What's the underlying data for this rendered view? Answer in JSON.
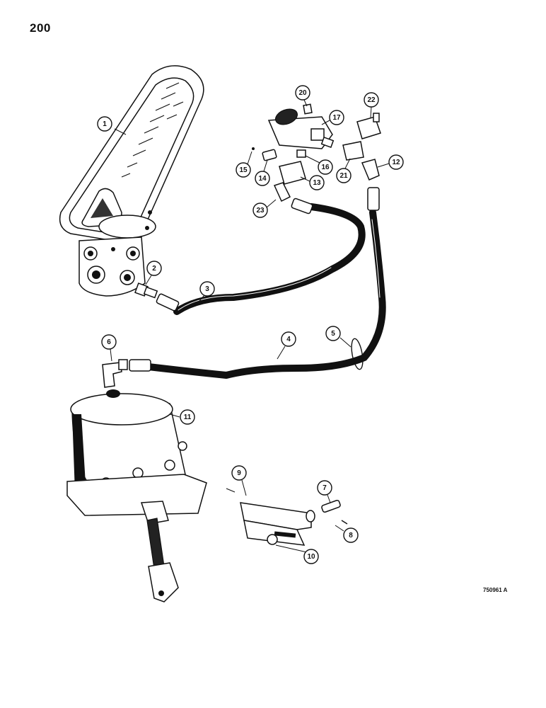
{
  "page": {
    "number": "200",
    "drawing_code": "750961 A"
  },
  "callouts": [
    {
      "id": "1",
      "label": "1"
    },
    {
      "id": "2",
      "label": "2"
    },
    {
      "id": "3",
      "label": "3"
    },
    {
      "id": "4",
      "label": "4"
    },
    {
      "id": "5",
      "label": "5"
    },
    {
      "id": "6",
      "label": "6"
    },
    {
      "id": "7",
      "label": "7"
    },
    {
      "id": "8",
      "label": "8"
    },
    {
      "id": "9",
      "label": "9"
    },
    {
      "id": "10",
      "label": "10"
    },
    {
      "id": "11",
      "label": "11"
    },
    {
      "id": "12",
      "label": "12"
    },
    {
      "id": "13",
      "label": "13"
    },
    {
      "id": "14",
      "label": "14"
    },
    {
      "id": "15",
      "label": "15"
    },
    {
      "id": "16",
      "label": "16"
    },
    {
      "id": "17",
      "label": "17"
    },
    {
      "id": "20",
      "label": "20"
    },
    {
      "id": "21",
      "label": "21"
    },
    {
      "id": "22",
      "label": "22"
    },
    {
      "id": "23",
      "label": "23"
    }
  ]
}
